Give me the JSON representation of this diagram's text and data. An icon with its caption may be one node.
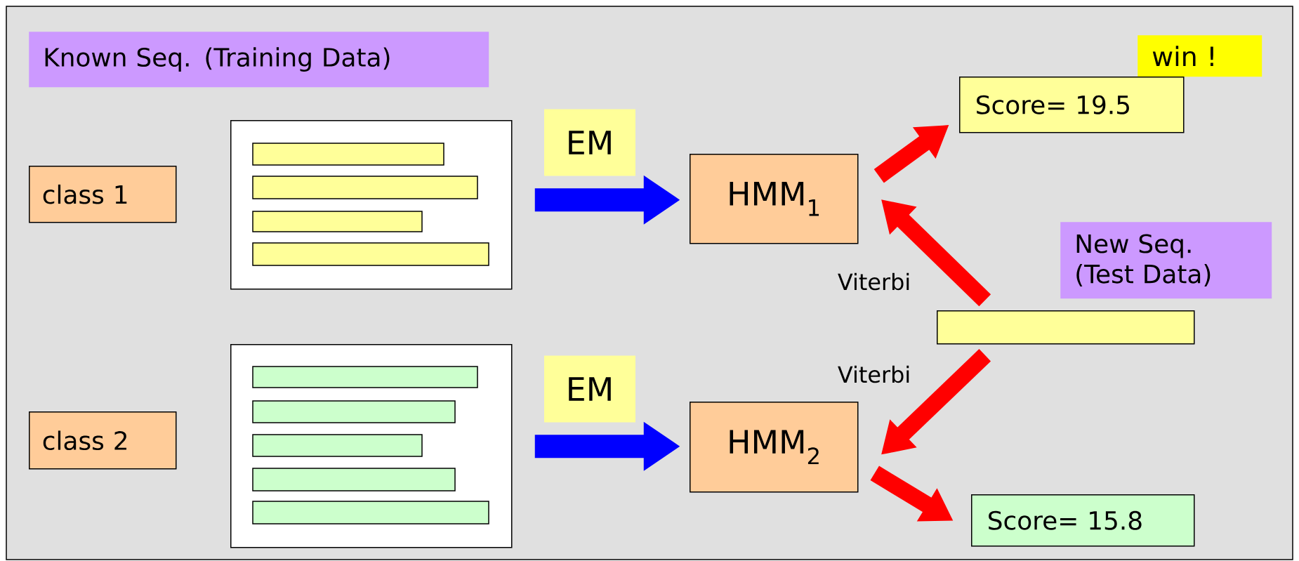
{
  "diagram": {
    "nodes": [
      {
        "text": [
          "Known Seq. (Training Data)"
        ]
      },
      {
        "text": [
          "win !"
        ]
      },
      {
        "text": [
          "Score= 19.5"
        ]
      },
      {
        "text": [
          "class 1"
        ]
      },
      {
        "text": [],
        "shape": "box"
      },
      {
        "text": [
          "HMM$_{1}$"
        ]
      },
      {
        "text": [
          "New Seq. (Test Data)"
        ]
      },
      {
        "text": [],
        "shape": "bar"
      },
      {
        "text": [
          "class 2"
        ]
      },
      {
        "text": [],
        "shape": "box"
      },
      {
        "text": [
          "HMM$_{2}$"
        ]
      },
      {
        "text": [
          "Score= 15.8"
        ]
      }
    ],
    "edges": [
      {
        "from": 4,
        "to": 5,
        "arrow": "to",
        "label": "EM",
        "color": "#0000ff"
      },
      {
        "from": 9,
        "to": 10,
        "arrow": "to",
        "label": "EM",
        "color": "#0000ff"
      },
      {
        "from": 5,
        "to": 2,
        "arrow": "to",
        "color": "#ff0000"
      },
      {
        "from": 7,
        "to": 5,
        "arrow": "to",
        "label": "Viterbi",
        "color": "#ff0000"
      },
      {
        "from": 7,
        "to": 10,
        "arrow": "to",
        "label": "Viterbi",
        "color": "#ff0000"
      },
      {
        "from": 10,
        "to": 11,
        "arrow": "to",
        "color": "#ff0000"
      }
    ]
  }
}
